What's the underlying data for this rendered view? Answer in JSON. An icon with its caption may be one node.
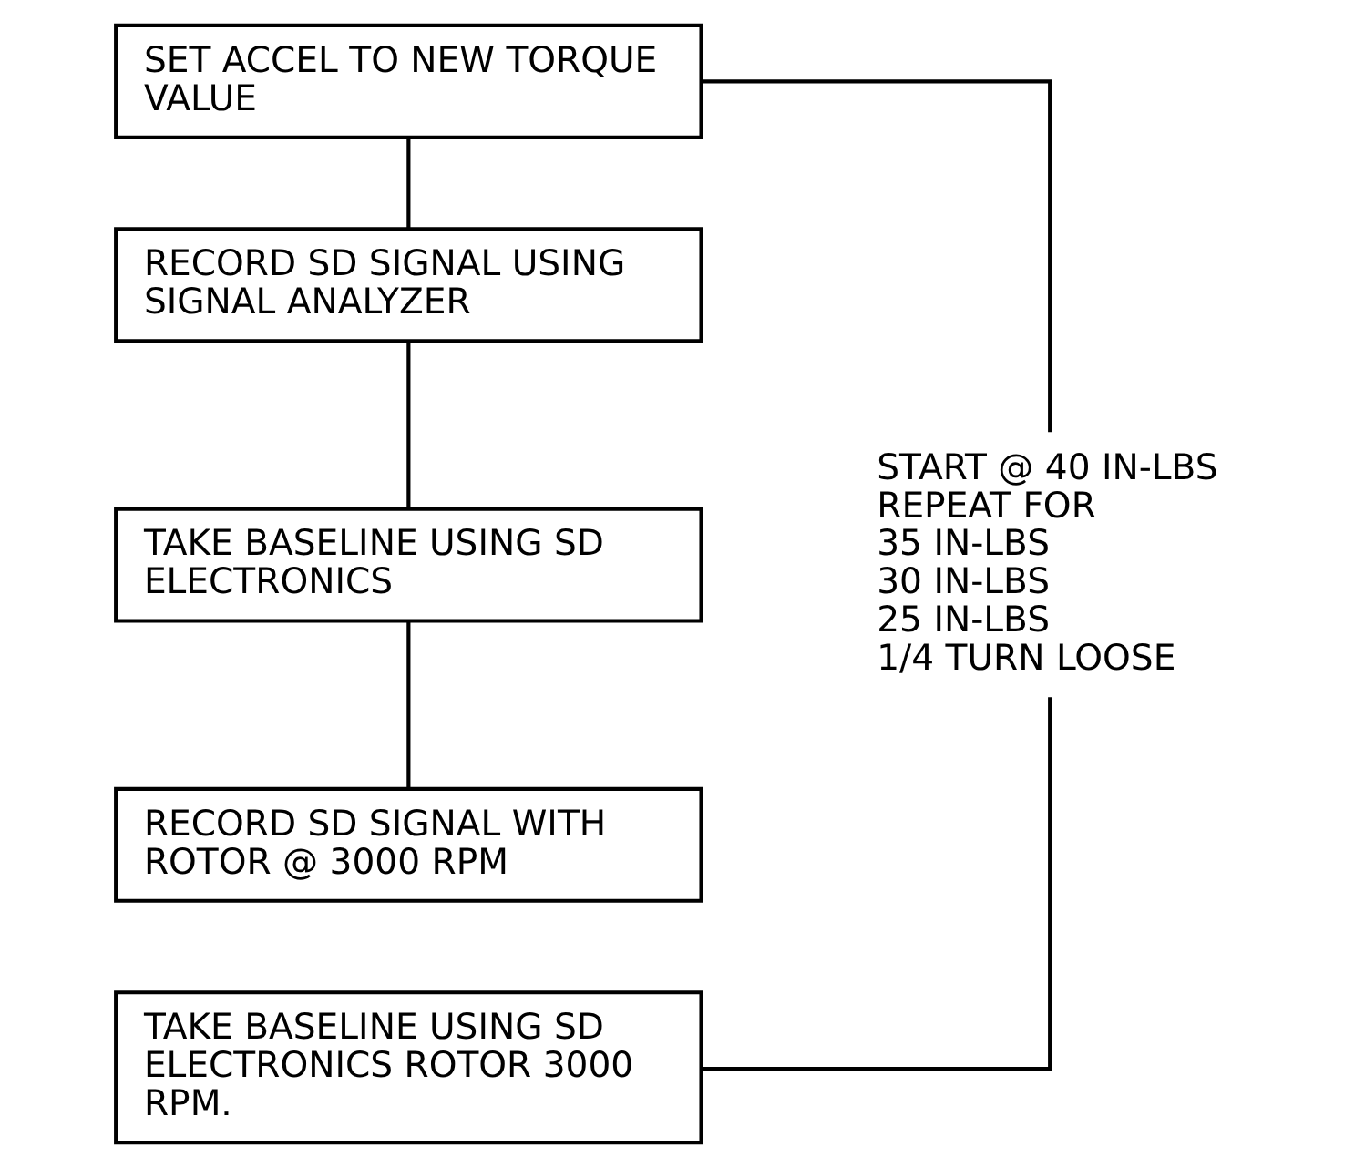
{
  "diagram": {
    "nodes": [
      {
        "text": [
          "SET ACCEL TO NEW TORQUE VALUE"
        ]
      },
      {
        "text": [
          "RECORD SD SIGNAL USING SIGNAL ANALYZER"
        ]
      },
      {
        "text": [
          "TAKE BASELINE USING SD ELECTRONICS"
        ]
      },
      {
        "text": [
          "RECORD SD SIGNAL WITH ROTOR @ 3000 RPM"
        ]
      },
      {
        "text": [
          "TAKE BASELINE USING SD ELECTRONICS ROTOR 3000 RPM."
        ]
      },
      {
        "text": [
          "START @ 40 IN-LBS",
          "REPEAT FOR",
          "35 IN-LBS",
          "30 IN-LBS",
          "25 IN-LBS",
          "1/4 TURN LOOSE"
        ]
      }
    ],
    "edges": [
      {
        "from": 0,
        "to": 1,
        "arrow": "none"
      },
      {
        "from": 1,
        "to": 2,
        "arrow": "none"
      },
      {
        "from": 2,
        "to": 3,
        "arrow": "none"
      },
      {
        "from": 5,
        "to": 0,
        "arrow": "none"
      },
      {
        "from": 5,
        "to": 4,
        "arrow": "none"
      }
    ]
  }
}
